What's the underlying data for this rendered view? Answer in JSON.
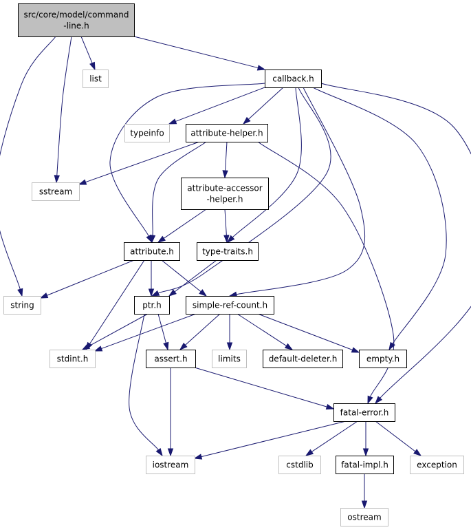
{
  "diagram": {
    "colors": {
      "edge": "#191970",
      "root_fill": "#bfbfbf",
      "node_border": "#000000",
      "external_border": "#bfbfbf",
      "background": "#ffffff"
    },
    "nodes": [
      {
        "id": "command-line",
        "lines": [
          "src/core/model/command",
          "-line.h"
        ],
        "kind": "root"
      },
      {
        "id": "list",
        "lines": [
          "list"
        ],
        "kind": "external"
      },
      {
        "id": "callback",
        "lines": [
          "callback.h"
        ],
        "kind": "header"
      },
      {
        "id": "typeinfo",
        "lines": [
          "typeinfo"
        ],
        "kind": "external"
      },
      {
        "id": "attribute-helper",
        "lines": [
          "attribute-helper.h"
        ],
        "kind": "header"
      },
      {
        "id": "sstream",
        "lines": [
          "sstream"
        ],
        "kind": "external"
      },
      {
        "id": "attribute-accessor-helper",
        "lines": [
          "attribute-accessor",
          "-helper.h"
        ],
        "kind": "header"
      },
      {
        "id": "attribute",
        "lines": [
          "attribute.h"
        ],
        "kind": "header"
      },
      {
        "id": "type-traits",
        "lines": [
          "type-traits.h"
        ],
        "kind": "header"
      },
      {
        "id": "string",
        "lines": [
          "string"
        ],
        "kind": "external"
      },
      {
        "id": "ptr",
        "lines": [
          "ptr.h"
        ],
        "kind": "header"
      },
      {
        "id": "simple-ref-count",
        "lines": [
          "simple-ref-count.h"
        ],
        "kind": "header"
      },
      {
        "id": "stdint",
        "lines": [
          "stdint.h"
        ],
        "kind": "external"
      },
      {
        "id": "assert",
        "lines": [
          "assert.h"
        ],
        "kind": "header"
      },
      {
        "id": "limits",
        "lines": [
          "limits"
        ],
        "kind": "external"
      },
      {
        "id": "default-deleter",
        "lines": [
          "default-deleter.h"
        ],
        "kind": "header"
      },
      {
        "id": "empty",
        "lines": [
          "empty.h"
        ],
        "kind": "header"
      },
      {
        "id": "fatal-error",
        "lines": [
          "fatal-error.h"
        ],
        "kind": "header"
      },
      {
        "id": "iostream",
        "lines": [
          "iostream"
        ],
        "kind": "external"
      },
      {
        "id": "cstdlib",
        "lines": [
          "cstdlib"
        ],
        "kind": "external"
      },
      {
        "id": "fatal-impl",
        "lines": [
          "fatal-impl.h"
        ],
        "kind": "header"
      },
      {
        "id": "exception",
        "lines": [
          "exception"
        ],
        "kind": "external"
      },
      {
        "id": "ostream",
        "lines": [
          "ostream"
        ],
        "kind": "external"
      }
    ],
    "edges": [
      {
        "from": "command-line",
        "to": "string"
      },
      {
        "from": "command-line",
        "to": "sstream"
      },
      {
        "from": "command-line",
        "to": "list"
      },
      {
        "from": "command-line",
        "to": "callback"
      },
      {
        "from": "callback",
        "to": "typeinfo"
      },
      {
        "from": "callback",
        "to": "attribute-helper"
      },
      {
        "from": "callback",
        "to": "attribute"
      },
      {
        "from": "callback",
        "to": "type-traits"
      },
      {
        "from": "callback",
        "to": "ptr"
      },
      {
        "from": "callback",
        "to": "simple-ref-count"
      },
      {
        "from": "callback",
        "to": "empty"
      },
      {
        "from": "callback",
        "to": "fatal-error"
      },
      {
        "from": "attribute-helper",
        "to": "sstream"
      },
      {
        "from": "attribute-helper",
        "to": "attribute-accessor-helper"
      },
      {
        "from": "attribute-helper",
        "to": "attribute"
      },
      {
        "from": "attribute-helper",
        "to": "fatal-error"
      },
      {
        "from": "attribute-accessor-helper",
        "to": "attribute"
      },
      {
        "from": "attribute-accessor-helper",
        "to": "type-traits"
      },
      {
        "from": "attribute",
        "to": "string"
      },
      {
        "from": "attribute",
        "to": "ptr"
      },
      {
        "from": "attribute",
        "to": "simple-ref-count"
      },
      {
        "from": "attribute",
        "to": "stdint"
      },
      {
        "from": "type-traits",
        "to": "ptr"
      },
      {
        "from": "ptr",
        "to": "stdint"
      },
      {
        "from": "ptr",
        "to": "assert"
      },
      {
        "from": "ptr",
        "to": "iostream"
      },
      {
        "from": "simple-ref-count",
        "to": "stdint"
      },
      {
        "from": "simple-ref-count",
        "to": "assert"
      },
      {
        "from": "simple-ref-count",
        "to": "limits"
      },
      {
        "from": "simple-ref-count",
        "to": "default-deleter"
      },
      {
        "from": "simple-ref-count",
        "to": "empty"
      },
      {
        "from": "assert",
        "to": "iostream"
      },
      {
        "from": "assert",
        "to": "fatal-error"
      },
      {
        "from": "fatal-error",
        "to": "iostream"
      },
      {
        "from": "fatal-error",
        "to": "cstdlib"
      },
      {
        "from": "fatal-error",
        "to": "fatal-impl"
      },
      {
        "from": "fatal-error",
        "to": "exception"
      },
      {
        "from": "fatal-impl",
        "to": "ostream"
      }
    ]
  }
}
